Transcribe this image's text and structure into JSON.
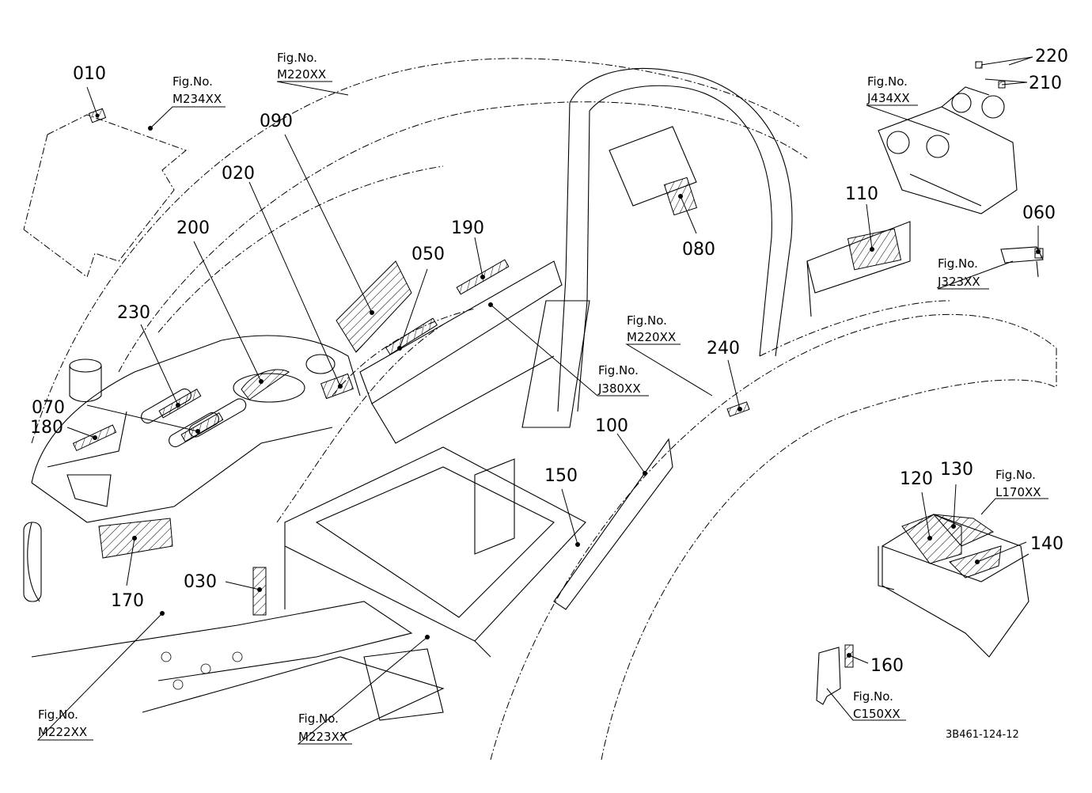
{
  "diagram_id": "3B461-124-12",
  "figure_refs": [
    {
      "id": "m234",
      "label": "Fig.No.",
      "code": "M234XX"
    },
    {
      "id": "m220a",
      "label": "Fig.No.",
      "code": "M220XX"
    },
    {
      "id": "j434",
      "label": "Fig.No.",
      "code": "J434XX"
    },
    {
      "id": "j323",
      "label": "Fig.No.",
      "code": "J323XX"
    },
    {
      "id": "m220b",
      "label": "Fig.No.",
      "code": "M220XX"
    },
    {
      "id": "j380",
      "label": "Fig.No.",
      "code": "J380XX"
    },
    {
      "id": "l170",
      "label": "Fig.No.",
      "code": "L170XX"
    },
    {
      "id": "c150",
      "label": "Fig.No.",
      "code": "C150XX"
    },
    {
      "id": "m222",
      "label": "Fig.No.",
      "code": "M222XX"
    },
    {
      "id": "m223",
      "label": "Fig.No.",
      "code": "M223XX"
    }
  ],
  "callouts": [
    "010",
    "220",
    "210",
    "090",
    "020",
    "200",
    "190",
    "050",
    "080",
    "110",
    "060",
    "230",
    "070",
    "180",
    "240",
    "100",
    "150",
    "120",
    "130",
    "140",
    "170",
    "030",
    "160"
  ]
}
